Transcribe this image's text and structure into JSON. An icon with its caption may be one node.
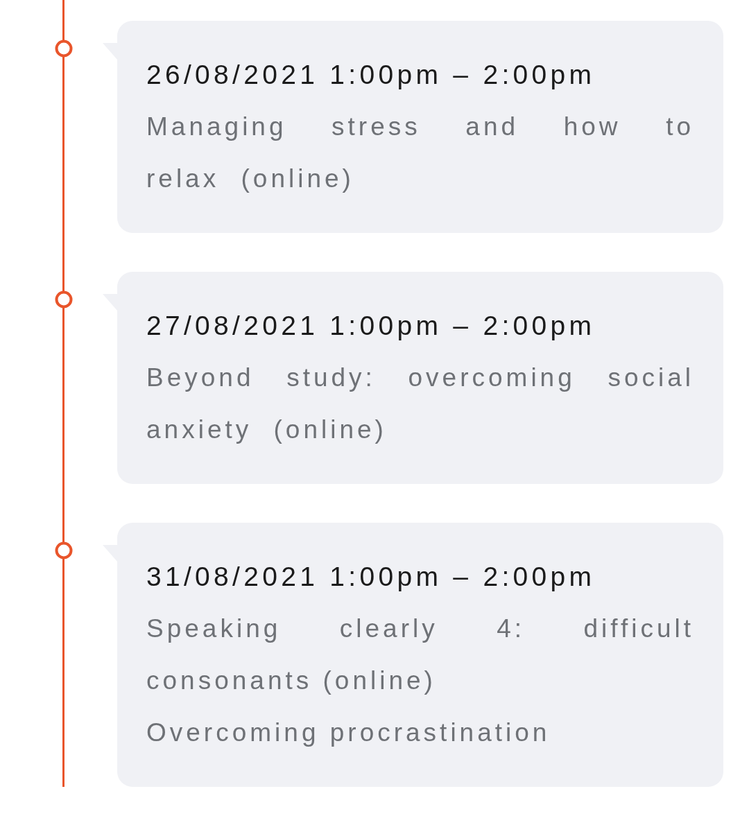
{
  "diagram": {
    "nodes": [
      {
        "text": [
          "26/08/2021 1:00pm – 2:00pm",
          "Managing stress and how to relax (online)"
        ]
      },
      {
        "text": [
          "27/08/2021 1:00pm – 2:00pm",
          "Beyond study: overcoming social anxiety (online)"
        ]
      },
      {
        "text": [
          "31/08/2021 1:00pm – 2:00pm",
          "Speaking clearly 4: difficult consonants (online)",
          "Overcoming procrastination"
        ]
      }
    ]
  }
}
